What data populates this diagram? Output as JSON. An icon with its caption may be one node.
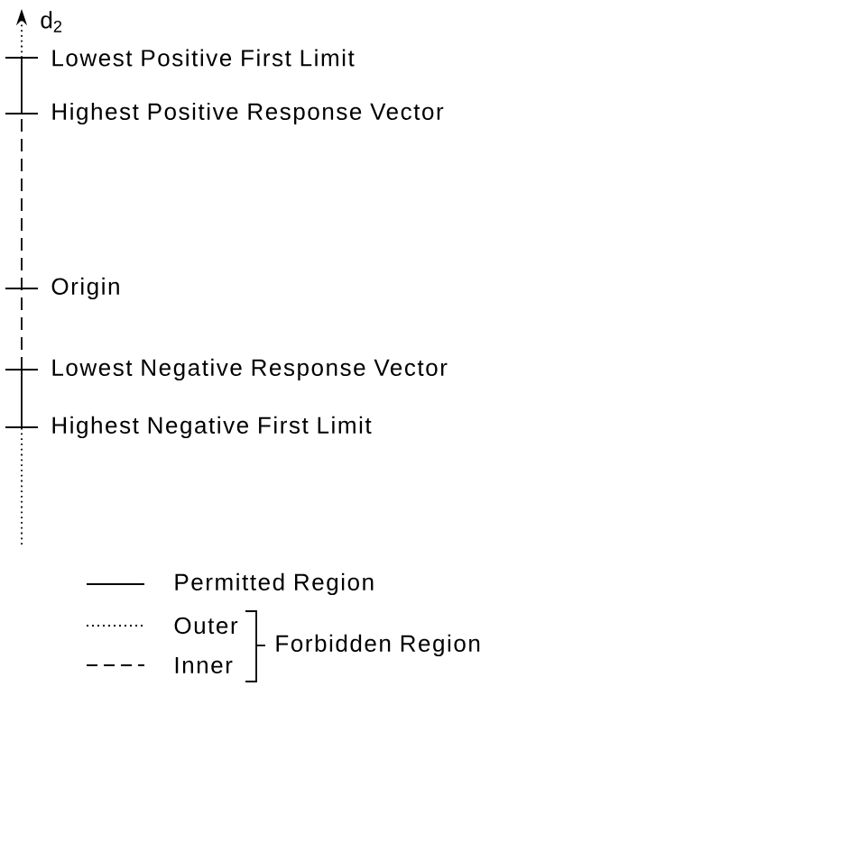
{
  "diagram": {
    "labels": [
      "d$_{2}$",
      "Lowest Positive First Limit",
      "Highest Positive Response Vector",
      "Origin",
      "Lowest Negative Response Vector",
      "Highest Negative First Limit",
      "Forbidden Region"
    ],
    "legend": [
      {
        "text": "Permitted Region"
      },
      {
        "text": "Outer"
      },
      {
        "text": "Inner"
      }
    ]
  }
}
